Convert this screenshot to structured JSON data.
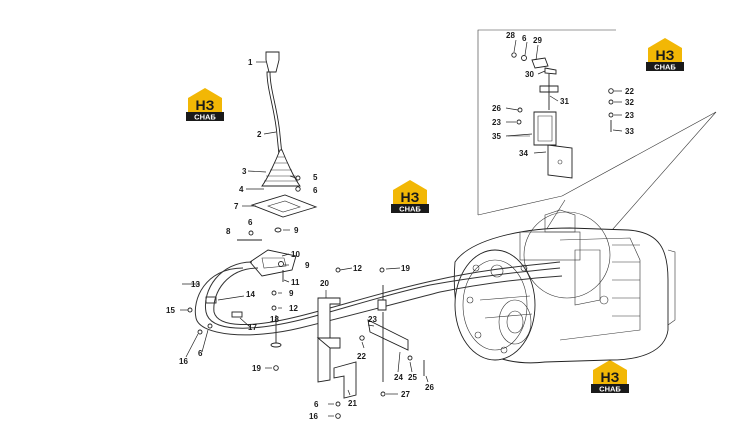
{
  "logo": {
    "mark": "НЗ",
    "label": "СНАБ",
    "colors": {
      "house": "#f2b705",
      "band": "#1a1a1a",
      "letters": "#1a1a1a",
      "label_text": "#ffffff"
    }
  },
  "callouts": {
    "c1": "1",
    "c2": "2",
    "c3": "3",
    "c4": "4",
    "c5": "5",
    "c6a": "6",
    "c7": "7",
    "c6b": "6",
    "c8": "8",
    "c9a": "9",
    "c10": "10",
    "c11": "11",
    "c9b": "9",
    "c12a": "12",
    "c13": "13",
    "c14": "14",
    "c15": "15",
    "c17": "17",
    "c18": "18",
    "c16a": "16",
    "c6c": "6",
    "c19a": "19",
    "c12b": "12",
    "c20": "20",
    "c21": "21",
    "c6d": "6",
    "c16b": "16",
    "c19b": "19",
    "c23a": "23",
    "c22a": "22",
    "c24": "24",
    "c25": "25",
    "c26a": "26",
    "c27": "27",
    "c28": "28",
    "c6e": "6",
    "c29": "29",
    "c30": "30",
    "c31": "31",
    "c26b": "26",
    "c23b": "23",
    "c35": "35",
    "c34": "34",
    "c22b": "22",
    "c32": "32",
    "c23c": "23",
    "c33": "33"
  }
}
